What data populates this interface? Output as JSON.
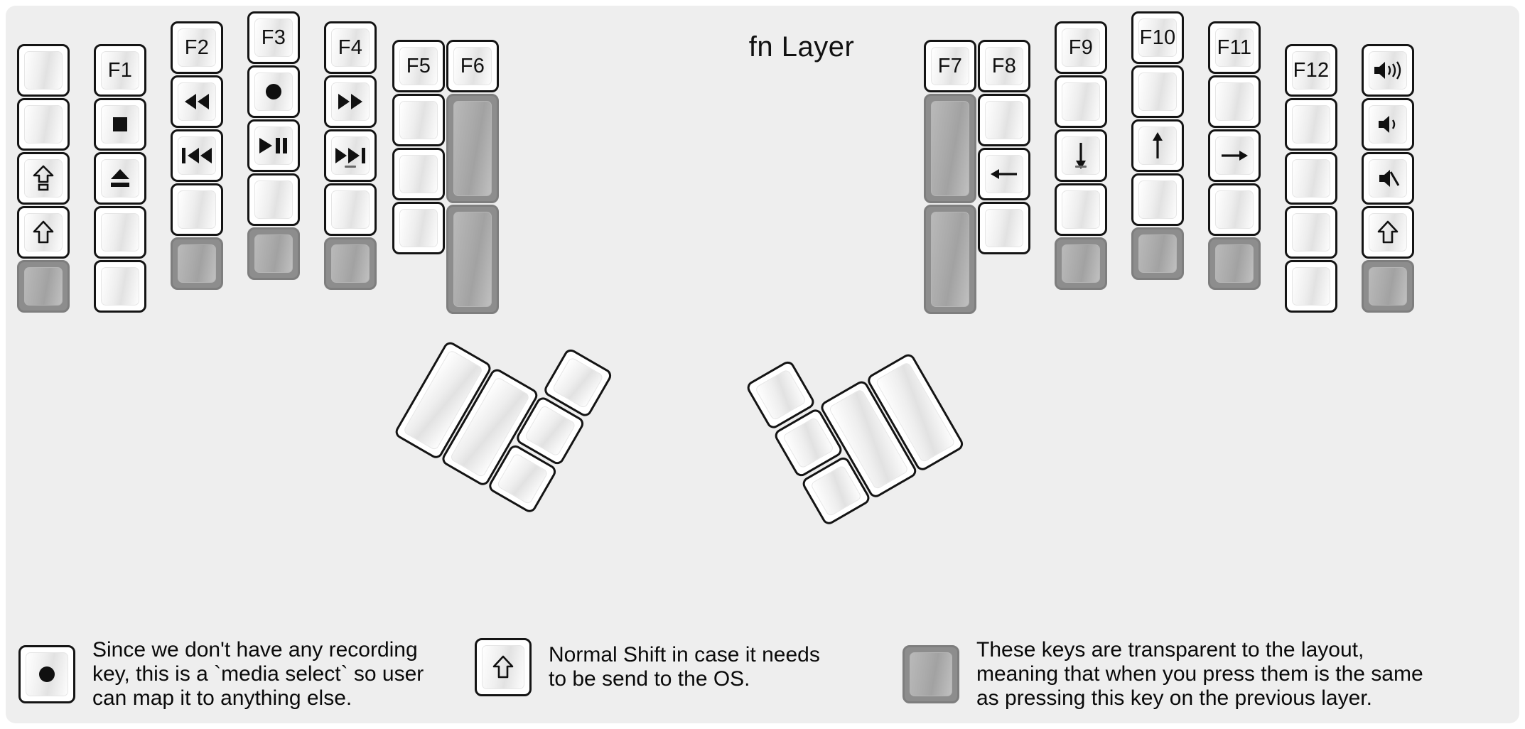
{
  "title": "fn Layer",
  "colors": {
    "background": "#eeeeee",
    "key_border": "#141414",
    "key_face_light": "#ffffff",
    "key_face_shade": "#e2e2e2",
    "transparent_key_border": "#7e7e7e",
    "transparent_key_face": "#aaaaaa",
    "text": "#111111"
  },
  "left_half": {
    "columns": [
      {
        "name": "col-1",
        "keys": [
          {
            "label": "",
            "icon": "",
            "transparent": false
          },
          {
            "label": "",
            "icon": "",
            "transparent": false
          },
          {
            "label": "",
            "icon": "caps-lock-icon",
            "transparent": false
          },
          {
            "label": "",
            "icon": "shift-icon",
            "transparent": false
          },
          {
            "label": "",
            "icon": "",
            "transparent": true
          }
        ]
      },
      {
        "name": "col-2",
        "keys": [
          {
            "label": "F1",
            "icon": "",
            "transparent": false
          },
          {
            "label": "",
            "icon": "media-stop-icon",
            "transparent": false
          },
          {
            "label": "",
            "icon": "media-eject-icon",
            "transparent": false
          },
          {
            "label": "",
            "icon": "",
            "transparent": false
          },
          {
            "label": "",
            "icon": "",
            "transparent": false
          }
        ]
      },
      {
        "name": "col-3",
        "keys": [
          {
            "label": "F2",
            "icon": "",
            "transparent": false
          },
          {
            "label": "",
            "icon": "media-rewind-icon",
            "transparent": false
          },
          {
            "label": "",
            "icon": "media-previous-icon",
            "transparent": false
          },
          {
            "label": "",
            "icon": "",
            "transparent": false
          },
          {
            "label": "",
            "icon": "",
            "transparent": true
          }
        ]
      },
      {
        "name": "col-4",
        "keys": [
          {
            "label": "F3",
            "icon": "",
            "transparent": false
          },
          {
            "label": "",
            "icon": "media-record-icon",
            "transparent": false
          },
          {
            "label": "",
            "icon": "media-play-pause-icon",
            "transparent": false
          },
          {
            "label": "",
            "icon": "",
            "transparent": false
          },
          {
            "label": "",
            "icon": "",
            "transparent": true
          }
        ]
      },
      {
        "name": "col-5",
        "keys": [
          {
            "label": "F4",
            "icon": "",
            "transparent": false
          },
          {
            "label": "",
            "icon": "media-fast-forward-icon",
            "transparent": false
          },
          {
            "label": "",
            "icon": "media-next-icon",
            "transparent": false
          },
          {
            "label": "",
            "icon": "",
            "transparent": false
          },
          {
            "label": "",
            "icon": "",
            "transparent": true
          }
        ]
      },
      {
        "name": "col-6",
        "keys": [
          {
            "label": "F5",
            "icon": "",
            "transparent": false
          },
          {
            "label": "",
            "icon": "",
            "transparent": false
          },
          {
            "label": "",
            "icon": "",
            "transparent": false
          },
          {
            "label": "",
            "icon": "",
            "transparent": false
          }
        ]
      },
      {
        "name": "col-7",
        "keys": [
          {
            "label": "F6",
            "icon": "",
            "transparent": false
          },
          {
            "label": "",
            "icon": "",
            "transparent": true,
            "tall": true
          },
          {
            "label": "",
            "icon": "",
            "transparent": true,
            "tall": true
          }
        ]
      }
    ],
    "thumb_cluster": {
      "rotation_deg": 30,
      "keys": [
        {
          "label": "",
          "size": "2u"
        },
        {
          "label": "",
          "size": "2u"
        },
        {
          "label": "",
          "size": "1u"
        },
        {
          "label": "",
          "size": "1u"
        },
        {
          "label": "",
          "size": "1u"
        }
      ]
    }
  },
  "right_half": {
    "columns": [
      {
        "name": "col-1",
        "keys": [
          {
            "label": "F7",
            "icon": "",
            "transparent": false
          },
          {
            "label": "",
            "icon": "",
            "transparent": true,
            "tall": true
          },
          {
            "label": "",
            "icon": "",
            "transparent": true,
            "tall": true
          }
        ]
      },
      {
        "name": "col-2",
        "keys": [
          {
            "label": "F8",
            "icon": "",
            "transparent": false
          },
          {
            "label": "",
            "icon": "",
            "transparent": false
          },
          {
            "label": "",
            "icon": "arrow-left-icon",
            "transparent": false
          },
          {
            "label": "",
            "icon": "",
            "transparent": false
          }
        ]
      },
      {
        "name": "col-3",
        "keys": [
          {
            "label": "F9",
            "icon": "",
            "transparent": false
          },
          {
            "label": "",
            "icon": "",
            "transparent": false
          },
          {
            "label": "",
            "icon": "arrow-down-icon",
            "transparent": false
          },
          {
            "label": "",
            "icon": "",
            "transparent": false
          },
          {
            "label": "",
            "icon": "",
            "transparent": true
          }
        ]
      },
      {
        "name": "col-4",
        "keys": [
          {
            "label": "F10",
            "icon": "",
            "transparent": false
          },
          {
            "label": "",
            "icon": "",
            "transparent": false
          },
          {
            "label": "",
            "icon": "arrow-up-icon",
            "transparent": false
          },
          {
            "label": "",
            "icon": "",
            "transparent": false
          },
          {
            "label": "",
            "icon": "",
            "transparent": true
          }
        ]
      },
      {
        "name": "col-5",
        "keys": [
          {
            "label": "F11",
            "icon": "",
            "transparent": false
          },
          {
            "label": "",
            "icon": "",
            "transparent": false
          },
          {
            "label": "",
            "icon": "arrow-right-icon",
            "transparent": false
          },
          {
            "label": "",
            "icon": "",
            "transparent": false
          },
          {
            "label": "",
            "icon": "",
            "transparent": true
          }
        ]
      },
      {
        "name": "col-6",
        "keys": [
          {
            "label": "F12",
            "icon": "",
            "transparent": false
          },
          {
            "label": "",
            "icon": "",
            "transparent": false
          },
          {
            "label": "",
            "icon": "",
            "transparent": false
          },
          {
            "label": "",
            "icon": "",
            "transparent": false
          },
          {
            "label": "",
            "icon": "",
            "transparent": false
          }
        ]
      },
      {
        "name": "col-7",
        "keys": [
          {
            "label": "",
            "icon": "volume-up-icon",
            "transparent": false
          },
          {
            "label": "",
            "icon": "volume-down-icon",
            "transparent": false
          },
          {
            "label": "",
            "icon": "volume-mute-icon",
            "transparent": false
          },
          {
            "label": "",
            "icon": "shift-icon",
            "transparent": false
          },
          {
            "label": "",
            "icon": "",
            "transparent": true
          }
        ]
      }
    ],
    "thumb_cluster": {
      "rotation_deg": -30,
      "keys": [
        {
          "label": "",
          "size": "1u"
        },
        {
          "label": "",
          "size": "1u"
        },
        {
          "label": "",
          "size": "1u"
        },
        {
          "label": "",
          "size": "2u"
        },
        {
          "label": "",
          "size": "2u"
        }
      ]
    }
  },
  "legend": [
    {
      "key_icon": "media-record-icon",
      "key_transparent": false,
      "text": "Since we don't have any recording\nkey, this is a `media select` so user\ncan map it to anything else."
    },
    {
      "key_icon": "shift-icon",
      "key_transparent": false,
      "text": "Normal Shift in case it needs\nto be send to the OS."
    },
    {
      "key_icon": "",
      "key_transparent": true,
      "text": "These keys are transparent to the layout,\nmeaning that when you press them is the same\nas pressing this key on the previous layer."
    }
  ]
}
